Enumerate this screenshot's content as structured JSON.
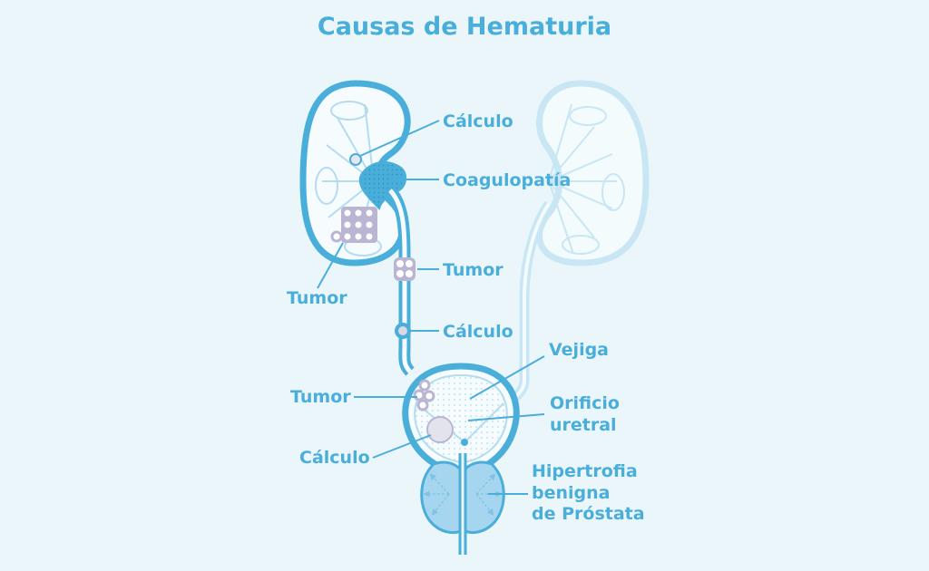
{
  "title": "Causas de Hematuria",
  "labels": {
    "kidney_stone": "Cálculo",
    "coagulopathy": "Coagulopatía",
    "kidney_tumor": "Tumor",
    "ureter_tumor": "Tumor",
    "ureter_stone": "Cálculo",
    "bladder": "Vejiga",
    "bladder_tumor": "Tumor",
    "urethral_orifice_line1": "Orificio",
    "urethral_orifice_line2": "uretral",
    "bladder_stone": "Cálculo",
    "bph_line1": "Hipertrofia",
    "bph_line2": "benigna",
    "bph_line3": "de Próstata"
  },
  "colors": {
    "background": "#eaf6fa",
    "primary": "#4aaedb",
    "faded": "#c8e6f3",
    "tumor": "#b9b5d3",
    "prostate": "#a6d6ef"
  }
}
